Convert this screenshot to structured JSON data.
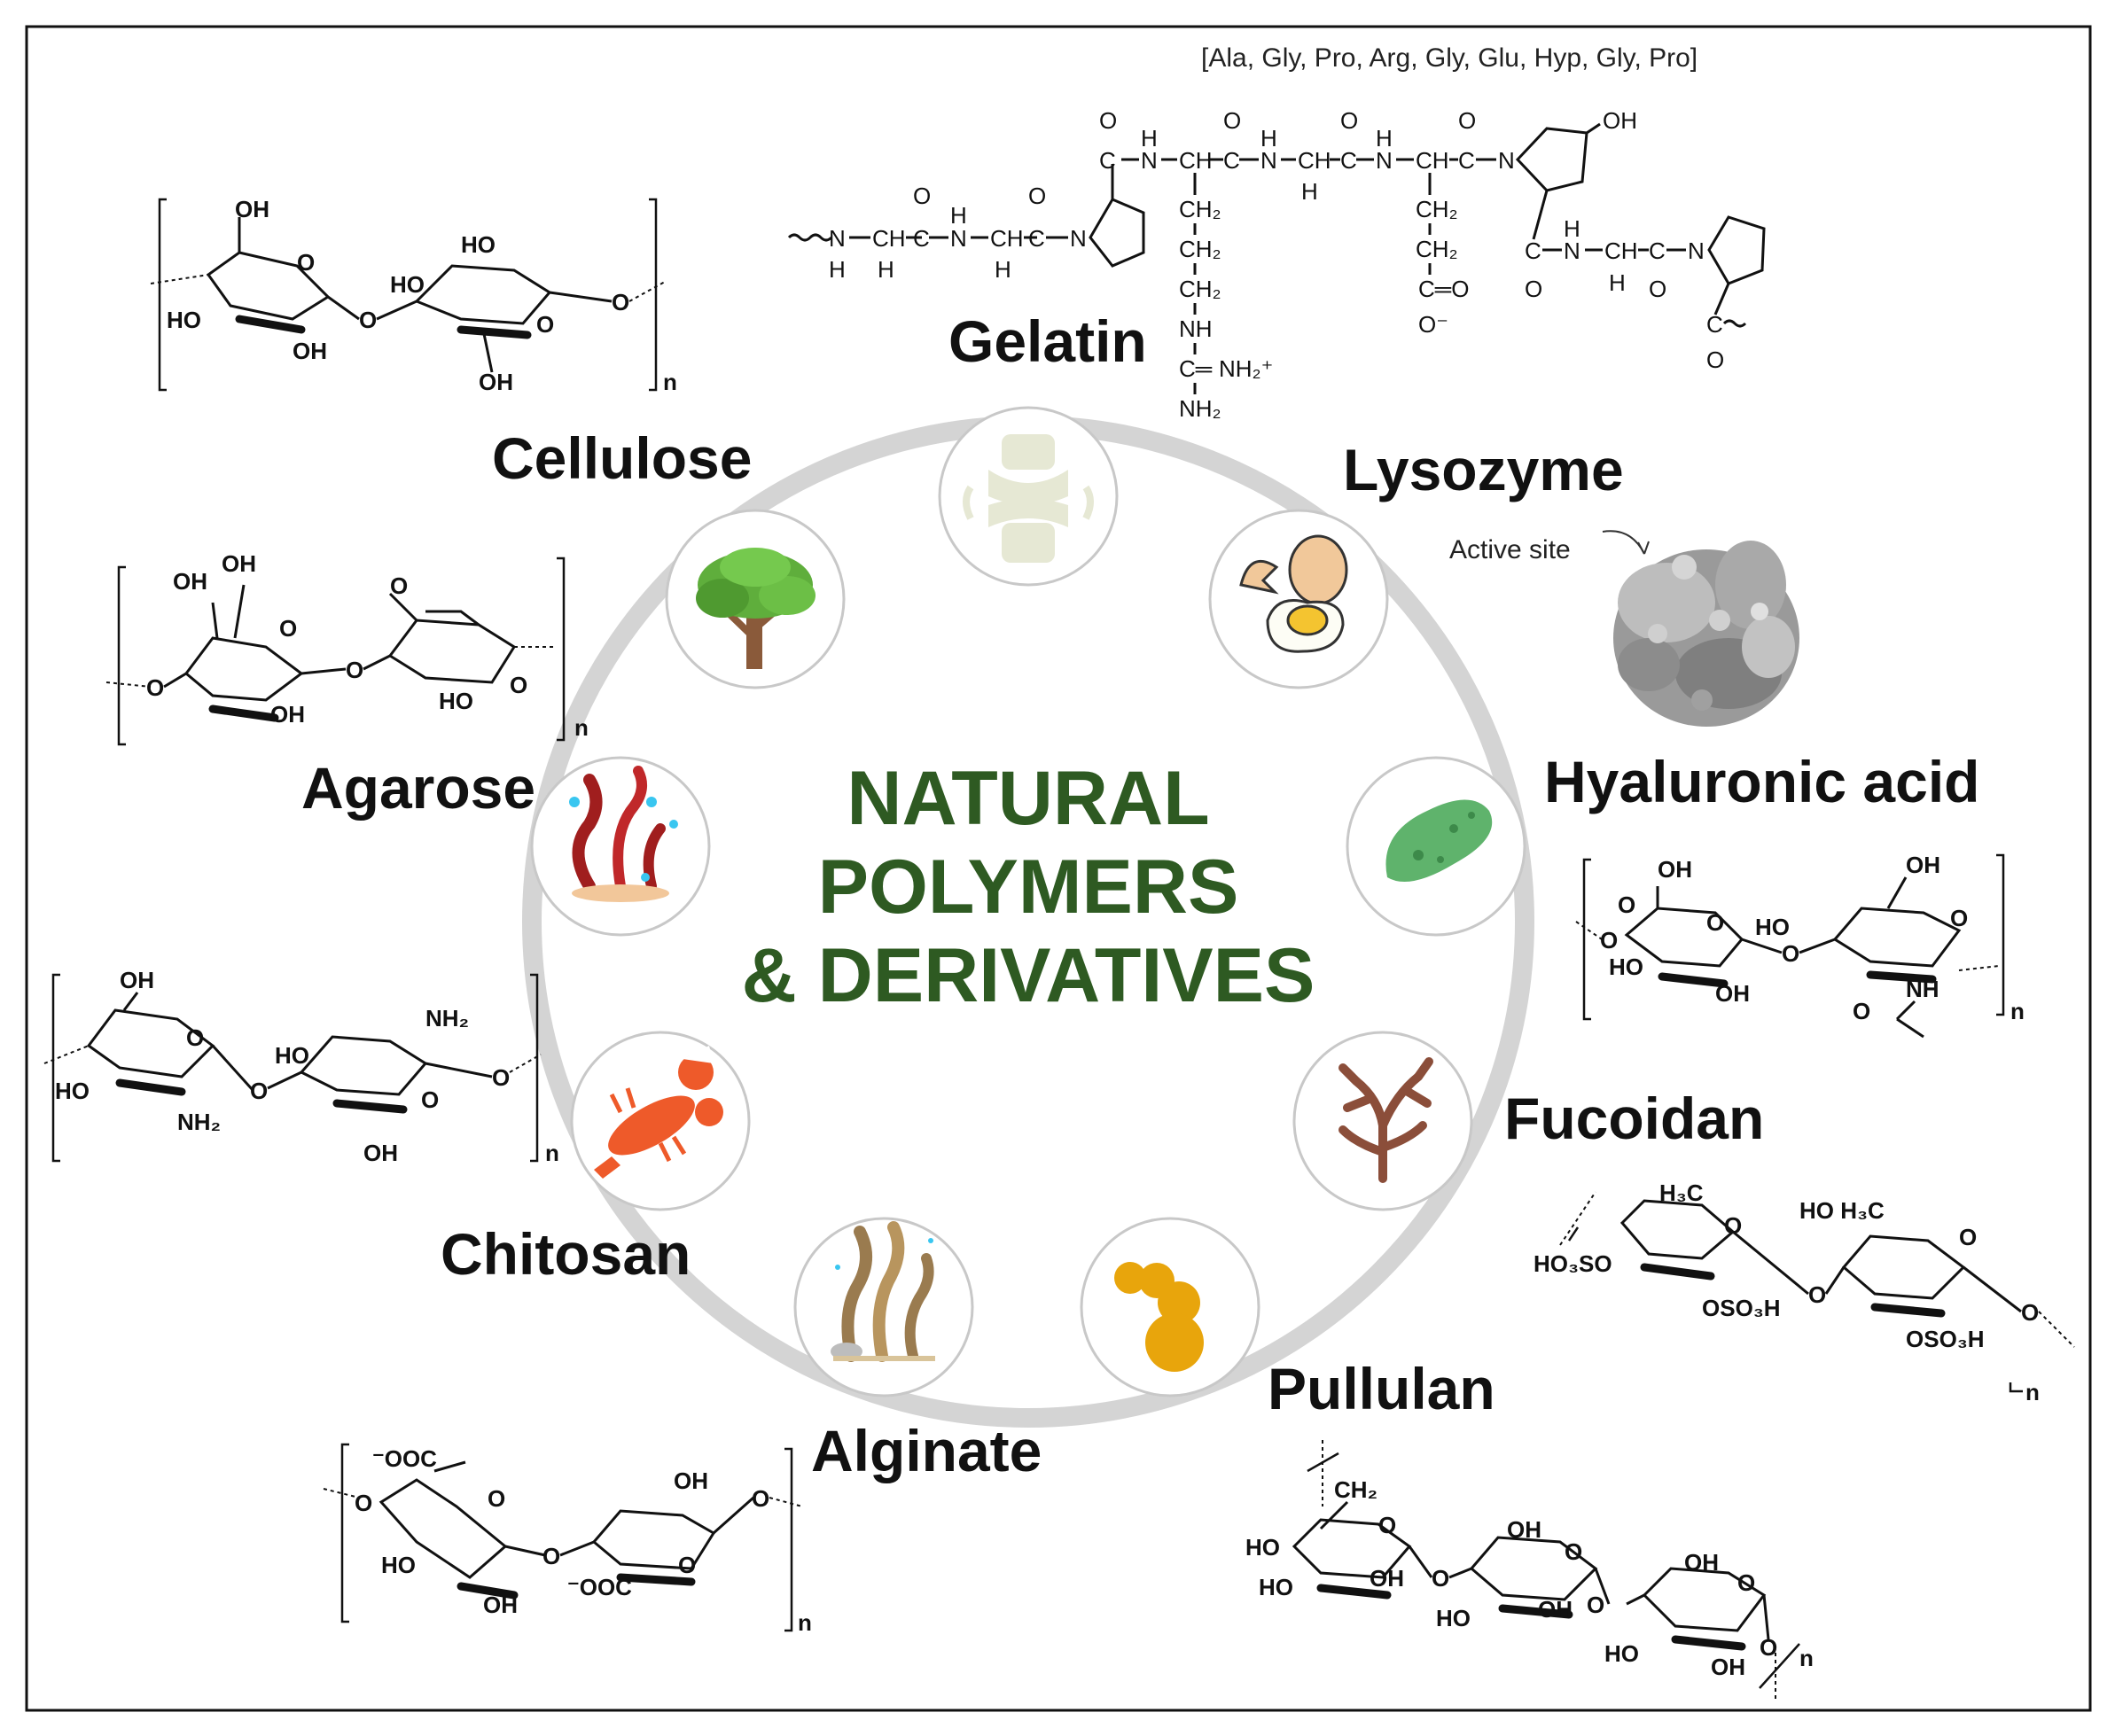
{
  "title": {
    "line1": "NATURAL",
    "line2": "POLYMERS",
    "line3": "& DERIVATIVES"
  },
  "colors": {
    "title": "#2e5a22",
    "ring": "#d4d4d4",
    "tree_leaves": "#5fae3c",
    "agarose_weed": "#a01e1e",
    "bacterium": "#5fb36c",
    "fucoidan_weed": "#8b4e3a",
    "pullulan_yeast": "#e8a50c",
    "lobster": "#ee5a2a",
    "alginate_weed": "#9a7b4f",
    "egg_yolk": "#f4c430"
  },
  "polymers": [
    {
      "id": "gelatin",
      "name": "Gelatin",
      "icon": "joint-bone-icon"
    },
    {
      "id": "lysozyme",
      "name": "Lysozyme",
      "icon": "egg-icon"
    },
    {
      "id": "hyaluronic",
      "name": "Hyaluronic acid",
      "icon": "bacterium-icon"
    },
    {
      "id": "fucoidan",
      "name": "Fucoidan",
      "icon": "brown-seaweed-icon"
    },
    {
      "id": "pullulan",
      "name": "Pullulan",
      "icon": "yeast-icon"
    },
    {
      "id": "alginate",
      "name": "Alginate",
      "icon": "kelp-icon"
    },
    {
      "id": "chitosan",
      "name": "Chitosan",
      "icon": "lobster-icon"
    },
    {
      "id": "agarose",
      "name": "Agarose",
      "icon": "red-seaweed-icon"
    },
    {
      "id": "cellulose",
      "name": "Cellulose",
      "icon": "tree-icon"
    }
  ],
  "gelatin": {
    "sequence": "[Ala, Gly, Pro, Arg, Gly, Glu, Hyp, Gly, Pro]",
    "atoms": {
      "O": "O",
      "N": "N",
      "H": "H",
      "NH": "NH",
      "OH": "OH",
      "C": "C",
      "CH": "CH",
      "CH2": "CH₂",
      "NH2": "NH₂",
      "NH2plus": "NH₂⁺",
      "Ominus": "O⁻",
      "Cdouble": "C═",
      "CO": "C═O"
    }
  },
  "lysozyme": {
    "annotation": "Active site"
  },
  "chem": {
    "OH": "OH",
    "HO": "HO",
    "O": "O",
    "n": "n",
    "NH": "NH",
    "NH2": "NH₂",
    "CH2": "CH₂",
    "H3C": "H₃C",
    "HO3SO": "HO₃SO",
    "OSO3H": "OSO₃H",
    "OOC": "⁻OOC",
    "HO H3C": "HO H₃C"
  }
}
